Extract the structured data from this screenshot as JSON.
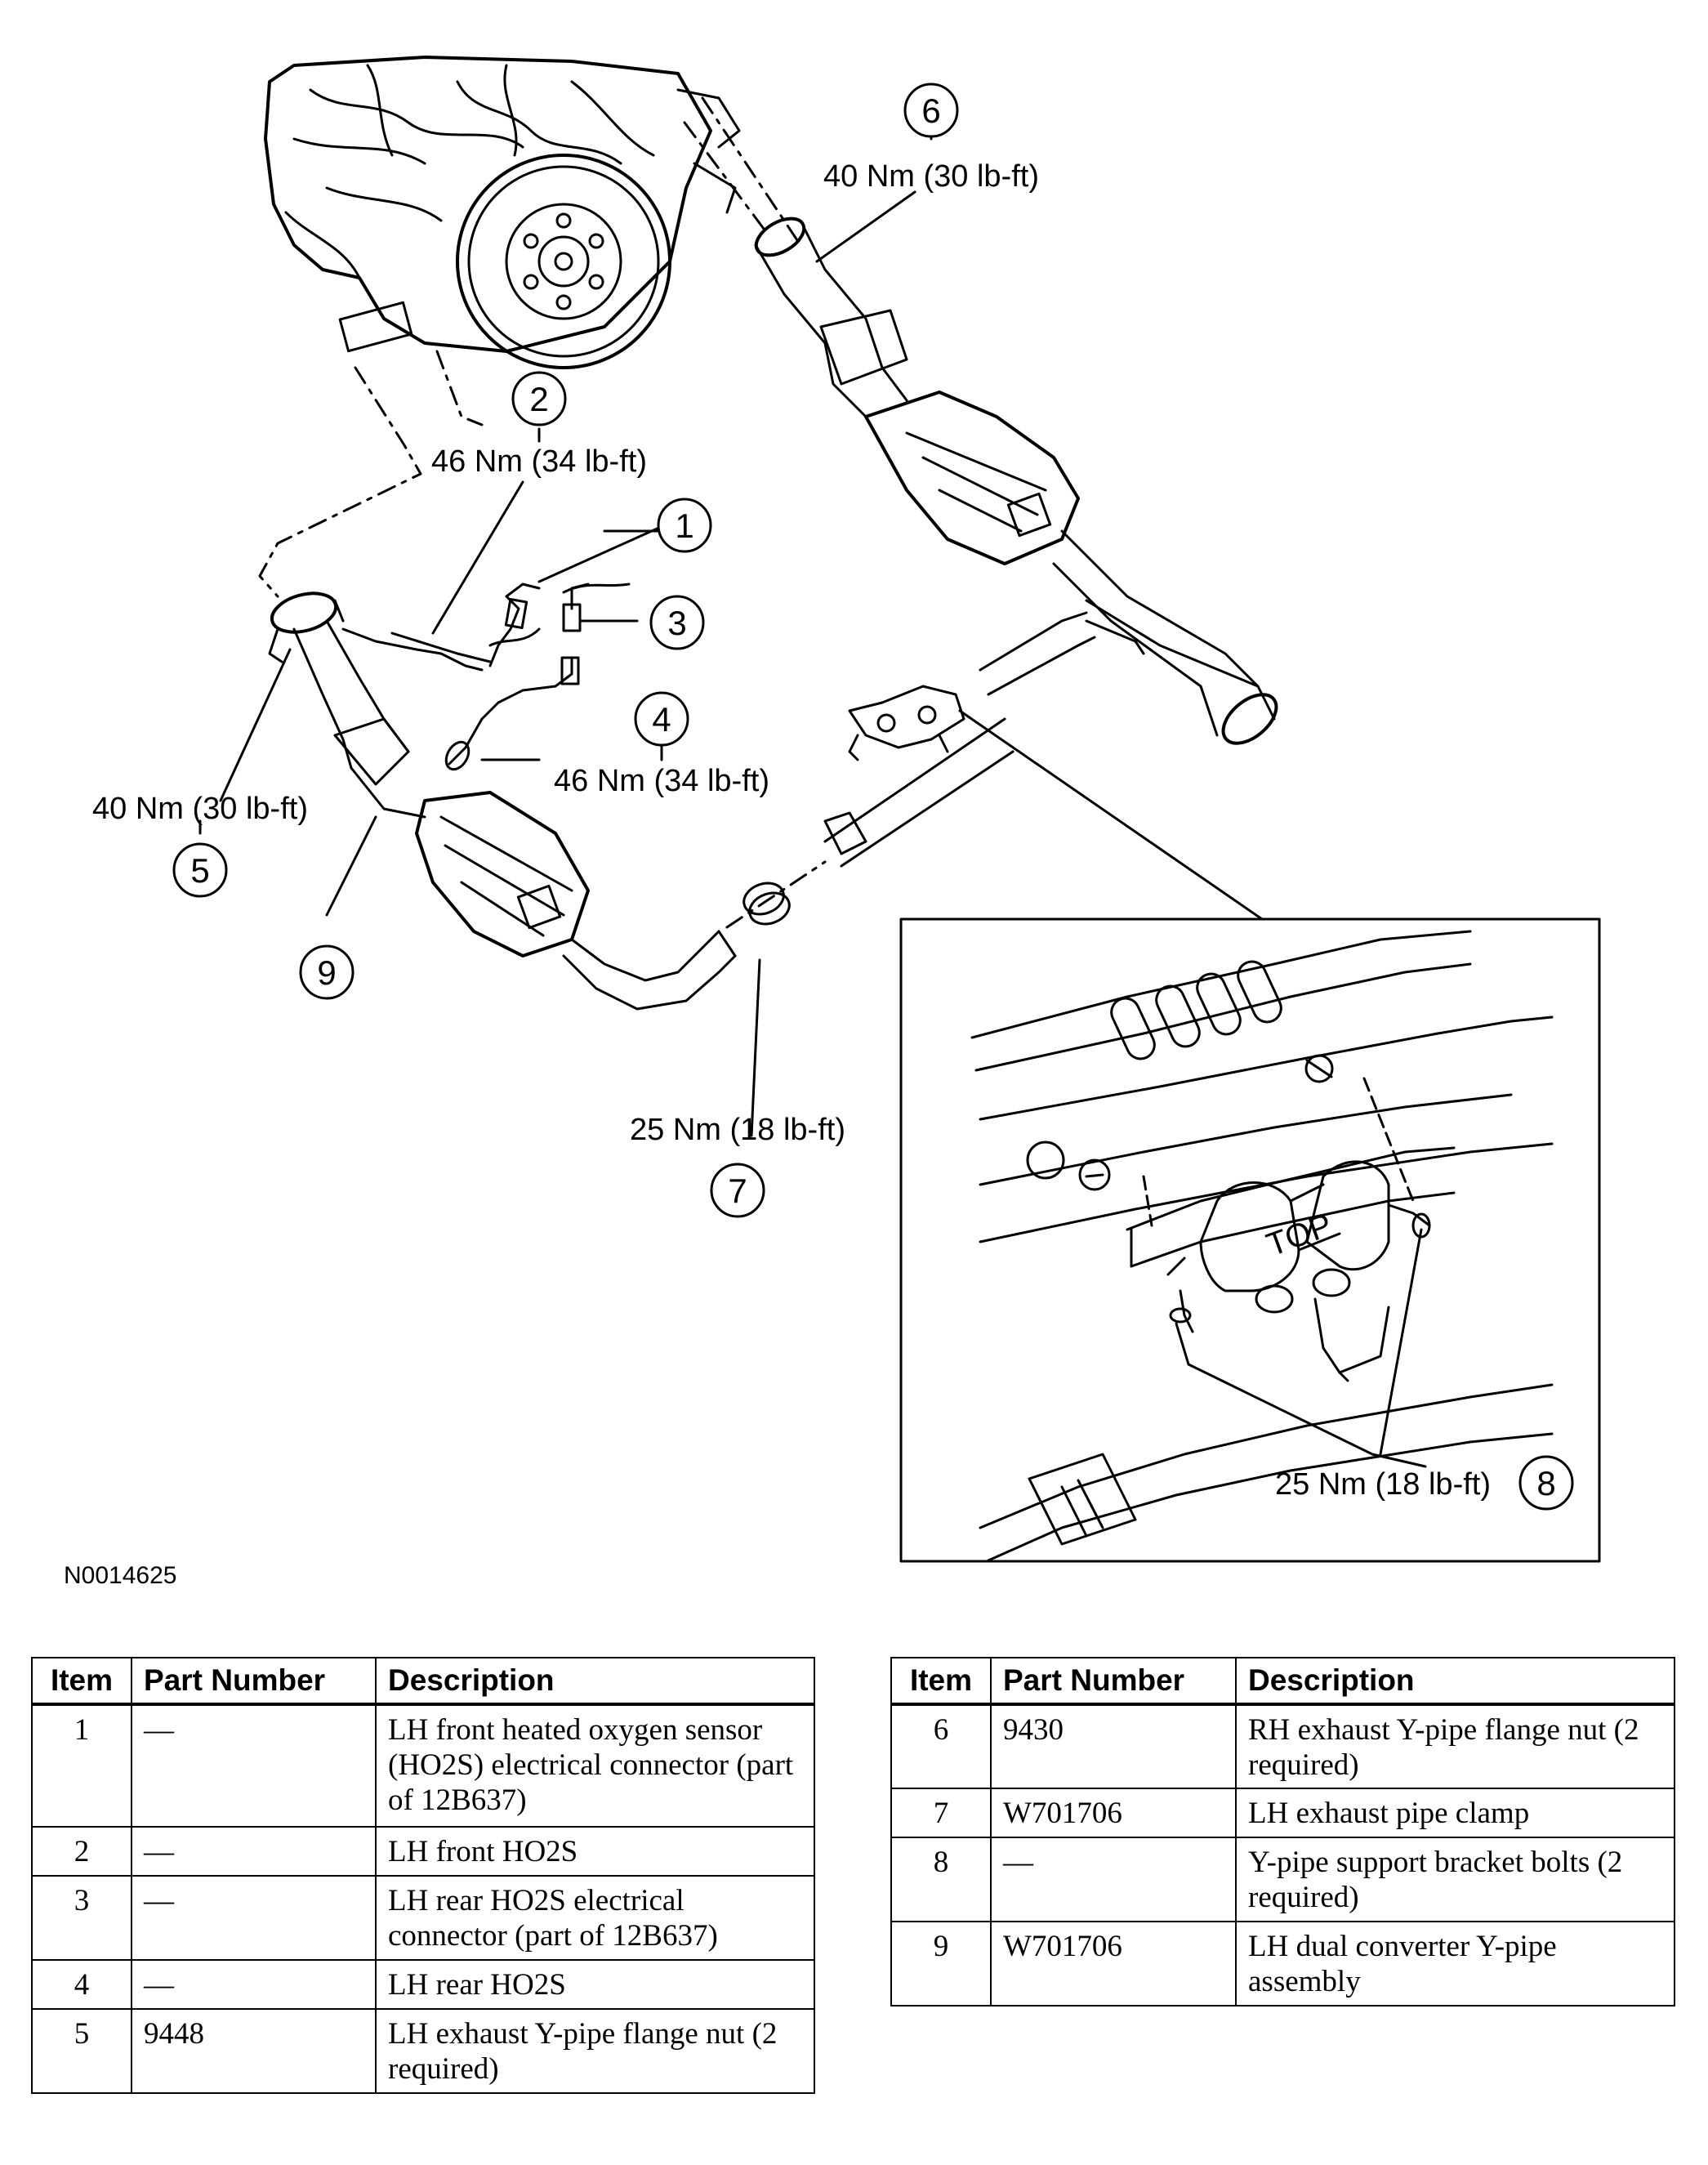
{
  "figure": {
    "id": "N0014625",
    "callouts": [
      {
        "num": "1"
      },
      {
        "num": "2",
        "torque": "46 Nm (34 lb-ft)"
      },
      {
        "num": "3"
      },
      {
        "num": "4",
        "torque": "46 Nm (34 lb-ft)"
      },
      {
        "num": "5",
        "torque": "40 Nm (30 lb-ft)"
      },
      {
        "num": "6",
        "torque": "40 Nm (30 lb-ft)"
      },
      {
        "num": "7",
        "torque": "25 Nm (18 lb-ft)"
      },
      {
        "num": "8",
        "torque": "25 Nm (18 lb-ft)"
      },
      {
        "num": "9"
      }
    ],
    "inset_label": "TOP"
  },
  "table_headers": {
    "item": "Item",
    "part_number": "Part Number",
    "description": "Description"
  },
  "table_left": [
    {
      "item": "1",
      "part": "—",
      "desc": "LH front heated oxygen sensor (HO2S) electrical connector (part of 12B637)"
    },
    {
      "item": "2",
      "part": "—",
      "desc": "LH front HO2S"
    },
    {
      "item": "3",
      "part": "—",
      "desc": "LH rear HO2S electrical connector (part of 12B637)"
    },
    {
      "item": "4",
      "part": "—",
      "desc": "LH rear HO2S"
    },
    {
      "item": "5",
      "part": "9448",
      "desc": "LH exhaust Y-pipe flange nut (2 required)"
    }
  ],
  "table_right": [
    {
      "item": "6",
      "part": "9430",
      "desc": "RH exhaust Y-pipe flange nut (2 required)"
    },
    {
      "item": "7",
      "part": "W701706",
      "desc": "LH exhaust pipe clamp"
    },
    {
      "item": "8",
      "part": "—",
      "desc": "Y-pipe support bracket bolts (2 required)"
    },
    {
      "item": "9",
      "part": "W701706",
      "desc": "LH dual converter Y-pipe assembly"
    }
  ]
}
